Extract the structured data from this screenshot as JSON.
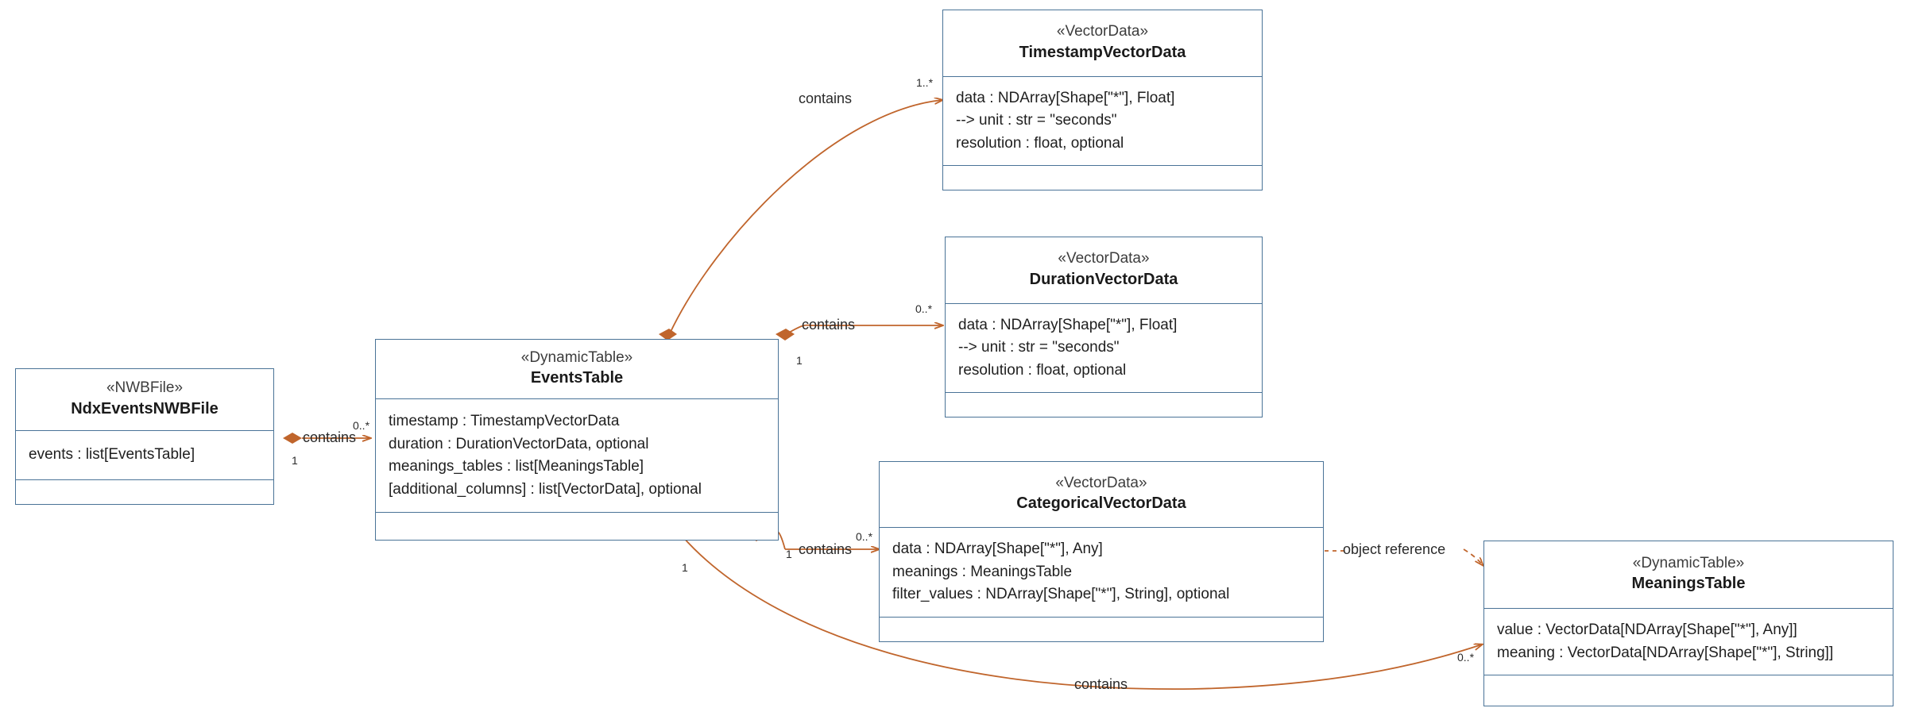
{
  "diagram": {
    "title": "ndx-events UML class diagram",
    "accent_color": "#c0652c",
    "box_border_color": "#4a7397",
    "background": "#ffffff"
  },
  "classes": [
    {
      "id": "ndx_events_nwbfile",
      "stereotype": "«NWBFile»",
      "name": "NdxEventsNWBFile",
      "attributes": [
        "events : list[EventsTable]"
      ],
      "methods": []
    },
    {
      "id": "events_table",
      "stereotype": "«DynamicTable»",
      "name": "EventsTable",
      "attributes": [
        "timestamp : TimestampVectorData",
        "duration : DurationVectorData, optional",
        "meanings_tables : list[MeaningsTable]",
        "[additional_columns] : list[VectorData], optional"
      ],
      "methods": []
    },
    {
      "id": "timestamp_vector_data",
      "stereotype": "«VectorData»",
      "name": "TimestampVectorData",
      "attributes": [
        "data : NDArray[Shape[\"*\"], Float]",
        "--> unit : str = \"seconds\"",
        "resolution : float, optional"
      ],
      "methods": []
    },
    {
      "id": "duration_vector_data",
      "stereotype": "«VectorData»",
      "name": "DurationVectorData",
      "attributes": [
        "data : NDArray[Shape[\"*\"], Float]",
        "--> unit : str = \"seconds\"",
        "resolution : float, optional"
      ],
      "methods": []
    },
    {
      "id": "categorical_vector_data",
      "stereotype": "«VectorData»",
      "name": "CategoricalVectorData",
      "attributes": [
        "data : NDArray[Shape[\"*\"], Any]",
        "meanings : MeaningsTable",
        "filter_values : NDArray[Shape[\"*\"], String], optional"
      ],
      "methods": []
    },
    {
      "id": "meanings_table",
      "stereotype": "«DynamicTable»",
      "name": "MeaningsTable",
      "attributes": [
        "value : VectorData[NDArray[Shape[\"*\"], Any]]",
        "meaning : VectorData[NDArray[Shape[\"*\"], String]]"
      ],
      "methods": []
    }
  ],
  "relations": [
    {
      "id": "nwbfile_to_eventstable",
      "label": "contains",
      "source": "ndx_events_nwbfile",
      "target": "events_table",
      "source_multiplicity": "1",
      "target_multiplicity": "0..*",
      "kind": "composition"
    },
    {
      "id": "eventstable_to_timestamp",
      "label": "contains",
      "source": "events_table",
      "target": "timestamp_vector_data",
      "source_multiplicity": "1",
      "target_multiplicity": "1..*",
      "kind": "composition"
    },
    {
      "id": "eventstable_to_duration",
      "label": "contains",
      "source": "events_table",
      "target": "duration_vector_data",
      "source_multiplicity": "1",
      "target_multiplicity": "0..*",
      "kind": "composition"
    },
    {
      "id": "eventstable_to_categorical",
      "label": "contains",
      "source": "events_table",
      "target": "categorical_vector_data",
      "source_multiplicity": "1",
      "target_multiplicity": "0..*",
      "kind": "composition"
    },
    {
      "id": "eventstable_to_meanings",
      "label": "contains",
      "source": "events_table",
      "target": "meanings_table",
      "source_multiplicity": "1",
      "target_multiplicity": "0..*",
      "kind": "composition"
    },
    {
      "id": "categorical_to_meanings",
      "label": "object reference",
      "source": "categorical_vector_data",
      "target": "meanings_table",
      "source_multiplicity": "",
      "target_multiplicity": "",
      "kind": "reference"
    }
  ]
}
